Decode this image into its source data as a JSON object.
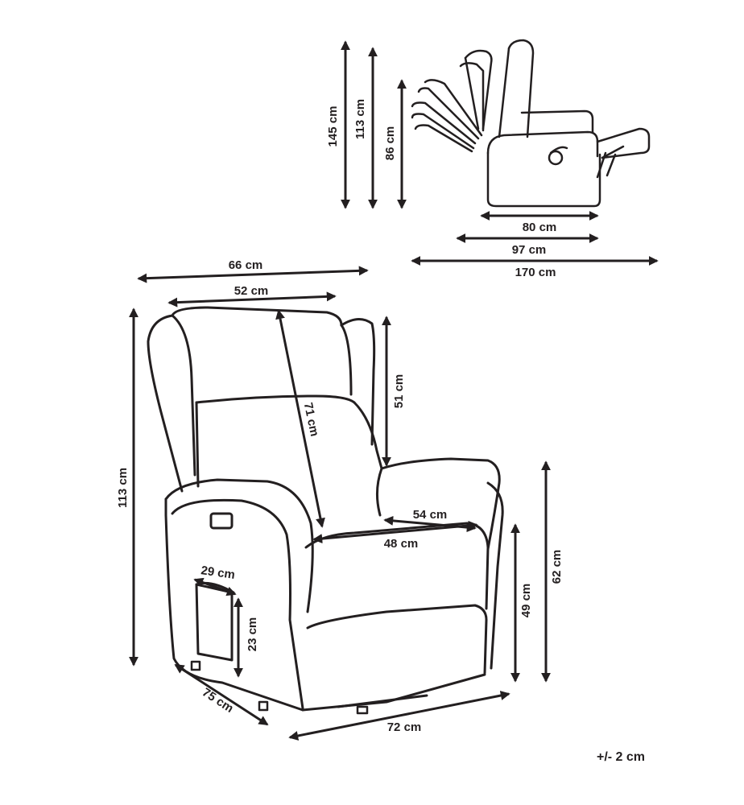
{
  "dimensions": {
    "total_height_raised": "145 cm",
    "total_height": "113 cm",
    "seat_height_reclined": "86 cm",
    "depth": "80 cm",
    "depth_reclined_partial": "97 cm",
    "depth_fully_reclined": "170 cm",
    "overall_width": "66 cm",
    "backrest_width": "52 cm",
    "front_height": "113 cm",
    "backrest_diagonal": "71 cm",
    "backrest_height": "51 cm",
    "armrest_depth": "54 cm",
    "seat_width": "48 cm",
    "pocket_width": "29 cm",
    "pocket_height": "23 cm",
    "armrest_height": "62 cm",
    "seat_height": "49 cm",
    "base_depth": "75 cm",
    "base_width": "72 cm"
  },
  "tolerance": "+/- 2 cm"
}
